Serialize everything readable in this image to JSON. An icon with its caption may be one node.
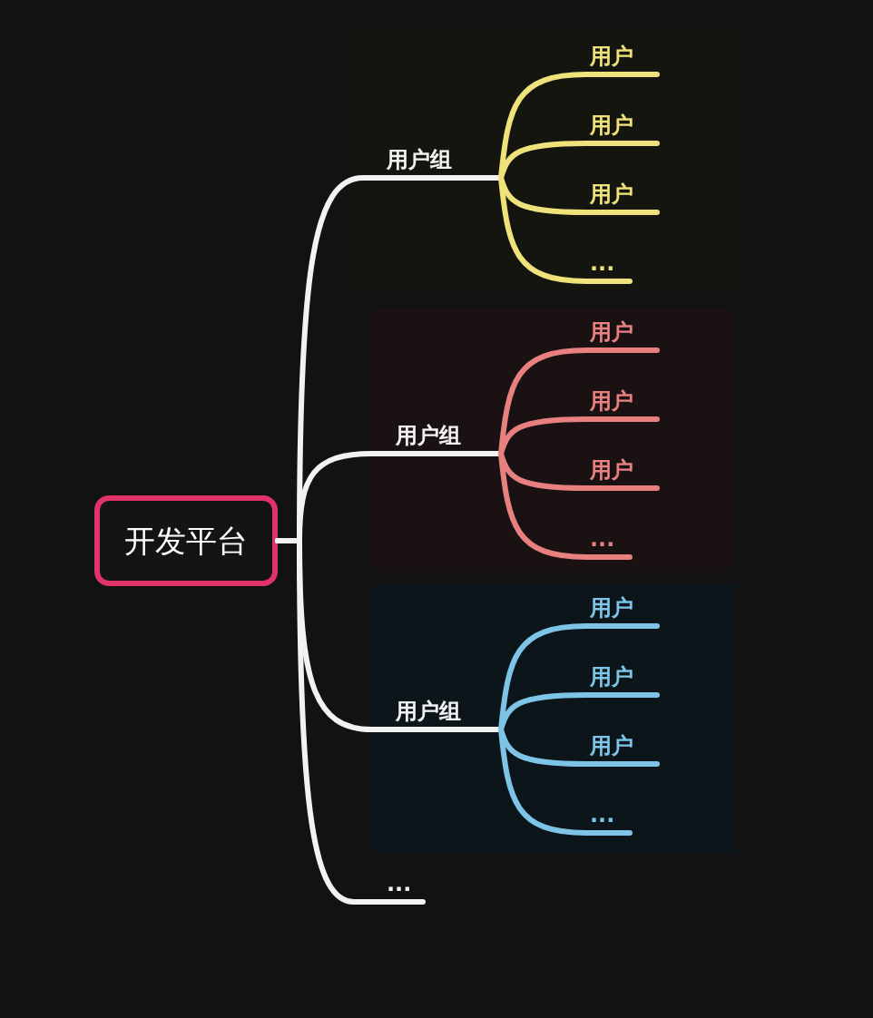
{
  "diagram": {
    "nodes": [
      {
        "text": [
          "开发平台"
        ]
      },
      {
        "text": [],
        "shape": "box"
      },
      {
        "text": [
          "用户组"
        ],
        "in": 1
      },
      {
        "text": [
          "用户"
        ],
        "in": 1
      },
      {
        "text": [
          "用户"
        ],
        "in": 1
      },
      {
        "text": [
          "用户"
        ],
        "in": 1
      },
      {
        "text": [
          "..."
        ],
        "in": 1
      },
      {
        "text": [],
        "shape": "box"
      },
      {
        "text": [
          "用户组"
        ],
        "in": 7
      },
      {
        "text": [
          "用户"
        ],
        "in": 7
      },
      {
        "text": [
          "用户"
        ],
        "in": 7
      },
      {
        "text": [
          "用户"
        ],
        "in": 7
      },
      {
        "text": [
          "..."
        ],
        "in": 7
      },
      {
        "text": [],
        "shape": "box"
      },
      {
        "text": [
          "用户组"
        ],
        "in": 13
      },
      {
        "text": [
          "用户"
        ],
        "in": 13
      },
      {
        "text": [
          "用户"
        ],
        "in": 13
      },
      {
        "text": [
          "用户"
        ],
        "in": 13
      },
      {
        "text": [
          "..."
        ],
        "in": 13
      },
      {
        "text": [
          "..."
        ]
      }
    ],
    "edges": [
      {
        "from": 0,
        "to": 2,
        "arrow": "none",
        "color": "#f2f2f2"
      },
      {
        "from": 0,
        "to": 8,
        "arrow": "none",
        "color": "#f2f2f2"
      },
      {
        "from": 0,
        "to": 14,
        "arrow": "none",
        "color": "#f2f2f2"
      },
      {
        "from": 0,
        "to": 19,
        "arrow": "none",
        "color": "#f2f2f2"
      },
      {
        "from": 2,
        "to": 3,
        "arrow": "none",
        "color": "#f0e27a"
      },
      {
        "from": 2,
        "to": 4,
        "arrow": "none",
        "color": "#f0e27a"
      },
      {
        "from": 2,
        "to": 5,
        "arrow": "none",
        "color": "#f0e27a"
      },
      {
        "from": 2,
        "to": 6,
        "arrow": "none",
        "color": "#f0e27a"
      },
      {
        "from": 8,
        "to": 9,
        "arrow": "none",
        "color": "#e88080"
      },
      {
        "from": 8,
        "to": 10,
        "arrow": "none",
        "color": "#e88080"
      },
      {
        "from": 8,
        "to": 11,
        "arrow": "none",
        "color": "#e88080"
      },
      {
        "from": 8,
        "to": 12,
        "arrow": "none",
        "color": "#e88080"
      },
      {
        "from": 14,
        "to": 15,
        "arrow": "none",
        "color": "#7ec4e6"
      },
      {
        "from": 14,
        "to": 16,
        "arrow": "none",
        "color": "#7ec4e6"
      },
      {
        "from": 14,
        "to": 17,
        "arrow": "none",
        "color": "#7ec4e6"
      },
      {
        "from": 14,
        "to": 18,
        "arrow": "none",
        "color": "#7ec4e6"
      }
    ]
  }
}
